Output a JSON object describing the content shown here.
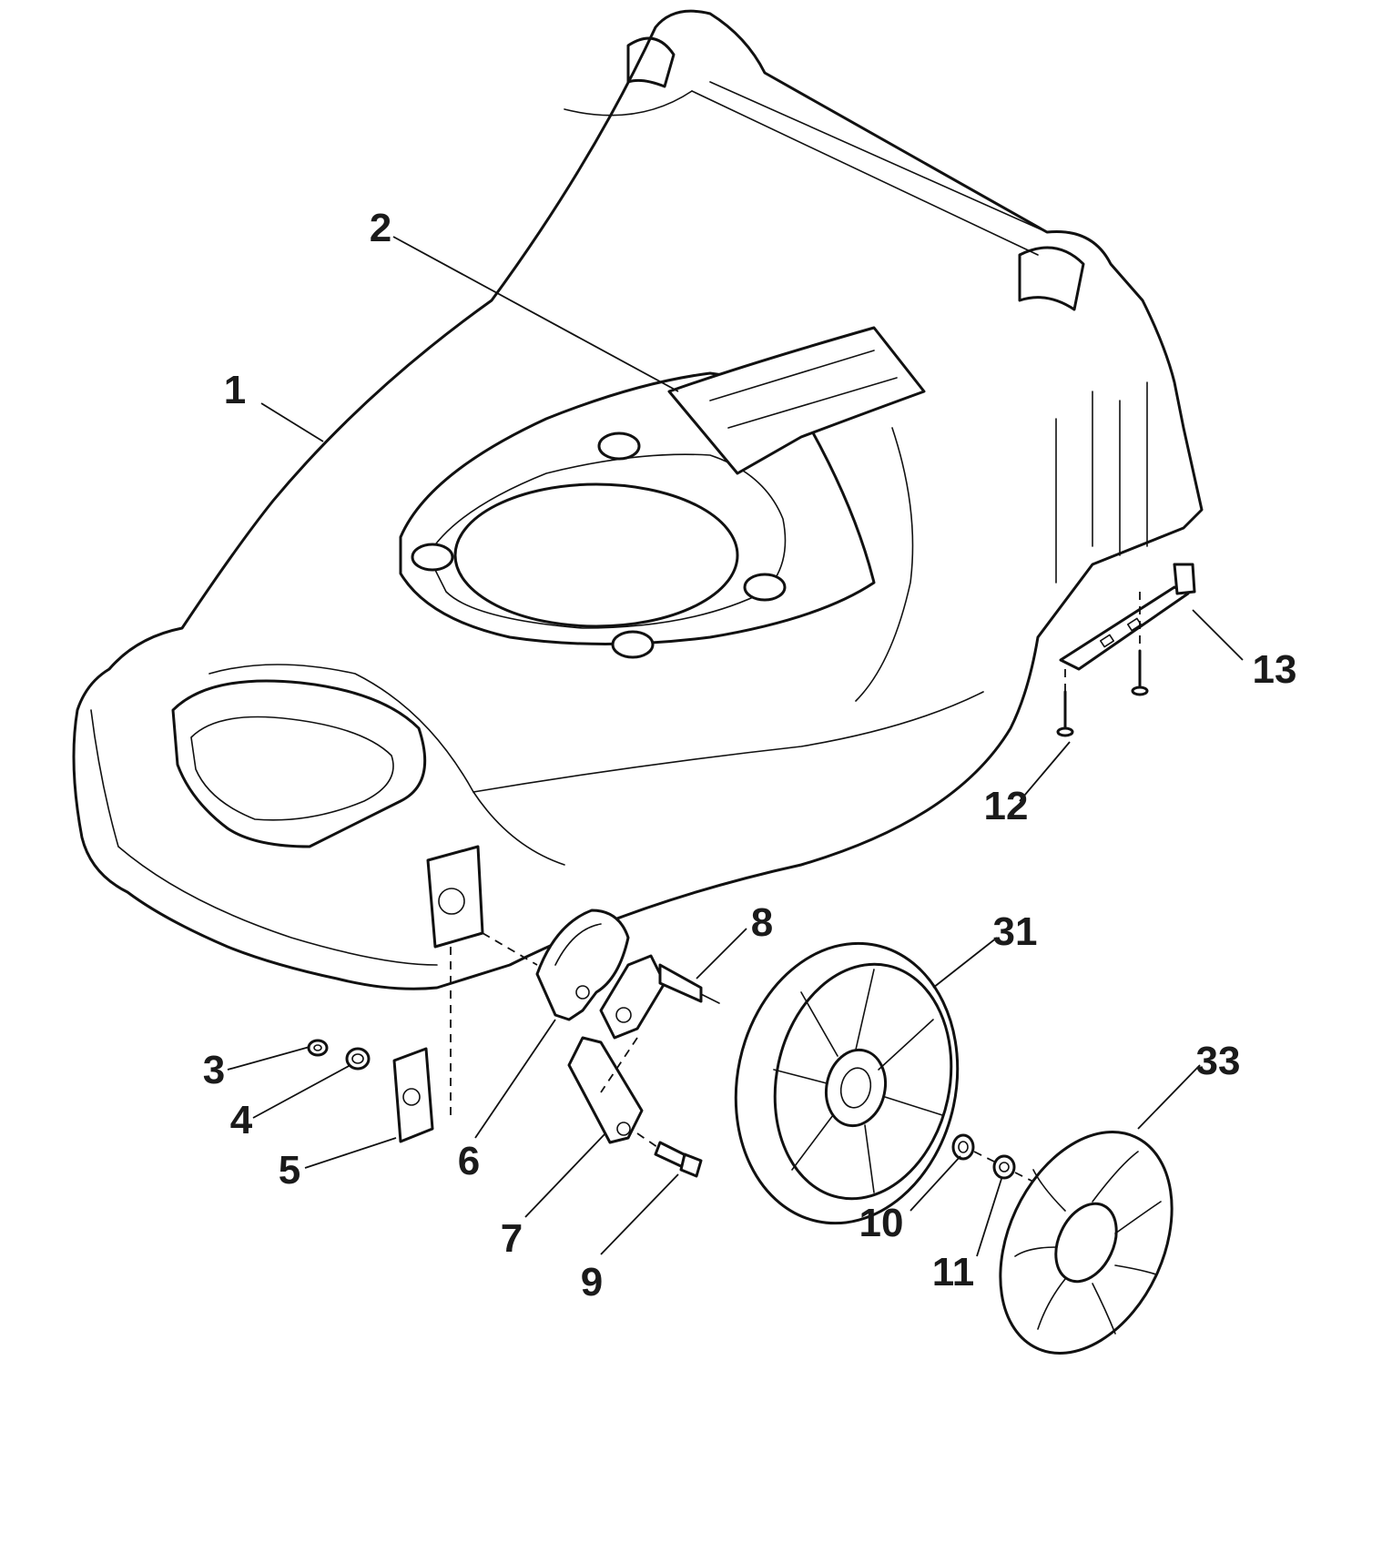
{
  "diagram": {
    "callouts": [
      {
        "id": "1",
        "label": "1"
      },
      {
        "id": "2",
        "label": "2"
      },
      {
        "id": "3",
        "label": "3"
      },
      {
        "id": "4",
        "label": "4"
      },
      {
        "id": "5",
        "label": "5"
      },
      {
        "id": "6",
        "label": "6"
      },
      {
        "id": "7",
        "label": "7"
      },
      {
        "id": "8",
        "label": "8"
      },
      {
        "id": "9",
        "label": "9"
      },
      {
        "id": "10",
        "label": "10"
      },
      {
        "id": "11",
        "label": "11"
      },
      {
        "id": "12",
        "label": "12"
      },
      {
        "id": "13",
        "label": "13"
      },
      {
        "id": "31",
        "label": "31"
      },
      {
        "id": "33",
        "label": "33"
      }
    ]
  }
}
